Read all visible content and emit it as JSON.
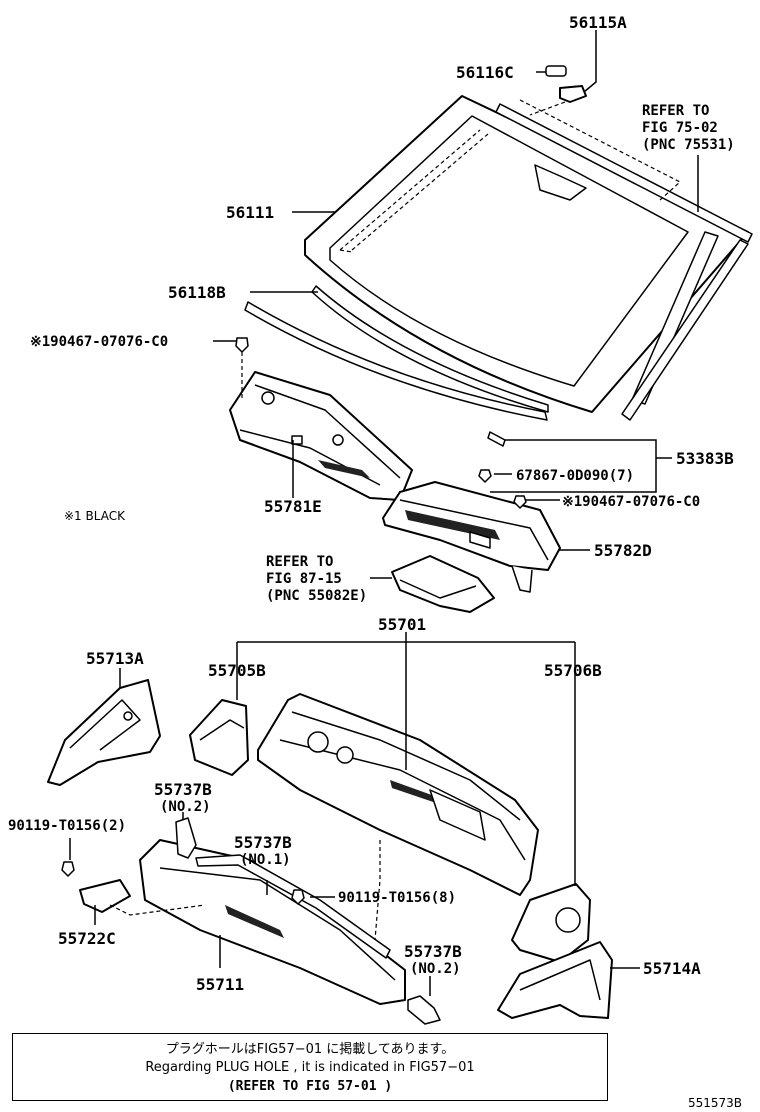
{
  "labels": {
    "p56115A": "56115A",
    "p56116C": "56116C",
    "refer_7502_1": "REFER TO",
    "refer_7502_2": "FIG 75-02",
    "refer_7502_3": "(PNC 75531)",
    "p56111": "56111",
    "p56118B": "56118B",
    "bolt_left": "※190467-07076-C0",
    "p67867": "67867-0D090(7)",
    "p53383B": "53383B",
    "bolt_right": "※190467-07076-C0",
    "p55781E": "55781E",
    "note_black": "※1 BLACK",
    "p55782D": "55782D",
    "refer_8715_1": "REFER TO",
    "refer_8715_2": "FIG 87-15",
    "refer_8715_3": "(PNC 55082E)",
    "p55701": "55701",
    "p55713A": "55713A",
    "p55705B": "55705B",
    "p55706B": "55706B",
    "p55737B_a": "55737B",
    "p55737B_a_no": "(NO.2)",
    "p90119_2": "90119-T0156(2)",
    "p55737B_b": "55737B",
    "p55737B_b_no": "(NO.1)",
    "p90119_8": "90119-T0156(8)",
    "p55722C": "55722C",
    "p55737B_c": "55737B",
    "p55737B_c_no": "(NO.2)",
    "p55714A": "55714A",
    "p55711": "55711"
  },
  "notice": {
    "line1": "プラグホールはFIG57−01 に掲載してあります。",
    "line2": "Regarding  PLUG HOLE , it is indicated in FIG57−01",
    "line3": "(REFER TO FIG  57-01 )"
  },
  "diagram_id": "551573B"
}
